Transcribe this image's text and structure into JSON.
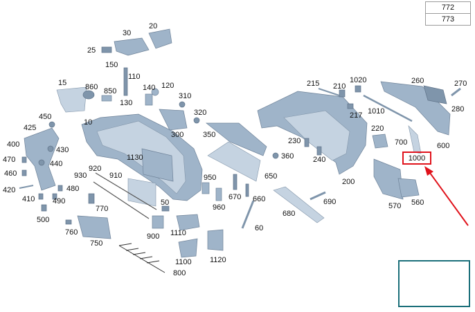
{
  "reference_table": [
    "772",
    "773"
  ],
  "highlighted_part": "1000",
  "labels": {
    "p10": "10",
    "p15": "15",
    "p20": "20",
    "p25": "25",
    "p30": "30",
    "p50": "50",
    "p60": "60",
    "p110": "110",
    "p120": "120",
    "p130": "130",
    "p140": "140",
    "p150": "150",
    "p200": "200",
    "p210": "210",
    "p215": "215",
    "p217": "217",
    "p220": "220",
    "p230": "230",
    "p240": "240",
    "p260": "260",
    "p270": "270",
    "p280": "280",
    "p300": "300",
    "p310": "310",
    "p320": "320",
    "p350": "350",
    "p360": "360",
    "p400": "400",
    "p410": "410",
    "p420": "420",
    "p425": "425",
    "p430": "430",
    "p440": "440",
    "p450": "450",
    "p460": "460",
    "p470": "470",
    "p480": "480",
    "p490": "490",
    "p500": "500",
    "p560": "560",
    "p570": "570",
    "p600": "600",
    "p650": "650",
    "p660": "660",
    "p670": "670",
    "p680": "680",
    "p690": "690",
    "p700": "700",
    "p750": "750",
    "p760": "760",
    "p770": "770",
    "p800": "800",
    "p850": "850",
    "p860": "860",
    "p900": "900",
    "p910": "910",
    "p920": "920",
    "p930": "930",
    "p950": "950",
    "p960": "960",
    "p1010": "1010",
    "p1020": "1020",
    "p1100": "1100",
    "p1110": "1110",
    "p1120": "1120",
    "p1130": "1130"
  },
  "colors": {
    "part": "#9fb4c9",
    "callout": "#e0121b",
    "thumb_border": "#1b6f7a"
  }
}
